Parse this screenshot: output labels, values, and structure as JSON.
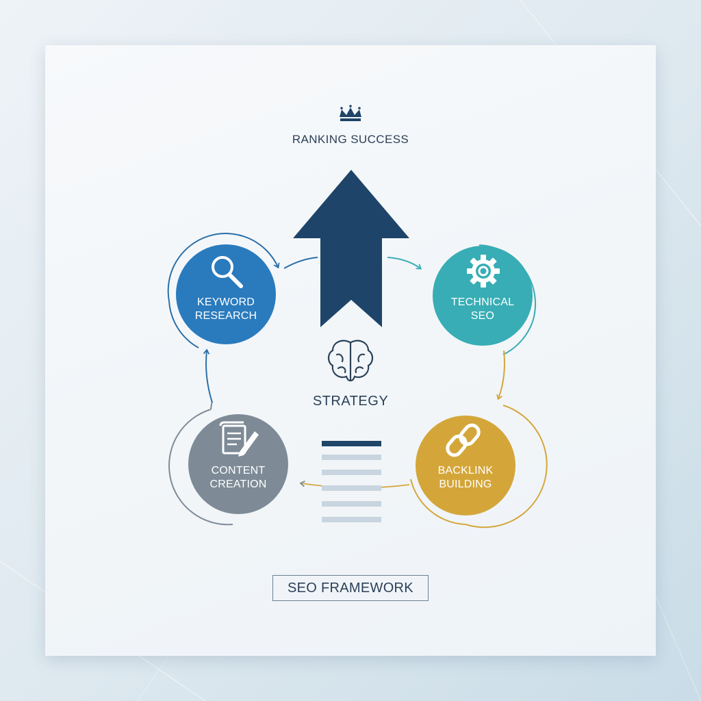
{
  "goal": {
    "label": "RANKING SUCCESS",
    "icon": "crown-icon"
  },
  "center": {
    "label": "STRATEGY",
    "icon": "brain-icon"
  },
  "footer": {
    "label": "SEO FRAMEWORK"
  },
  "nodes": [
    {
      "line1": "KEYWORD",
      "line2": "RESEARCH",
      "icon": "magnifier-icon",
      "color": "#2a7bbd"
    },
    {
      "line1": "TECHNICAL",
      "line2": "SEO",
      "icon": "gear-icon",
      "color": "#38adb5"
    },
    {
      "line1": "BACKLINK",
      "line2": "BUILDING",
      "icon": "chain-link-icon",
      "color": "#d4a63a"
    },
    {
      "line1": "CONTENT",
      "line2": "CREATION",
      "icon": "document-pen-icon",
      "color": "#7e8b97"
    }
  ],
  "colors": {
    "arrow": "#1e4569",
    "text_dark": "#2b3f57",
    "list_dark": "#1f4568",
    "list_light": "#c8d5e0"
  }
}
